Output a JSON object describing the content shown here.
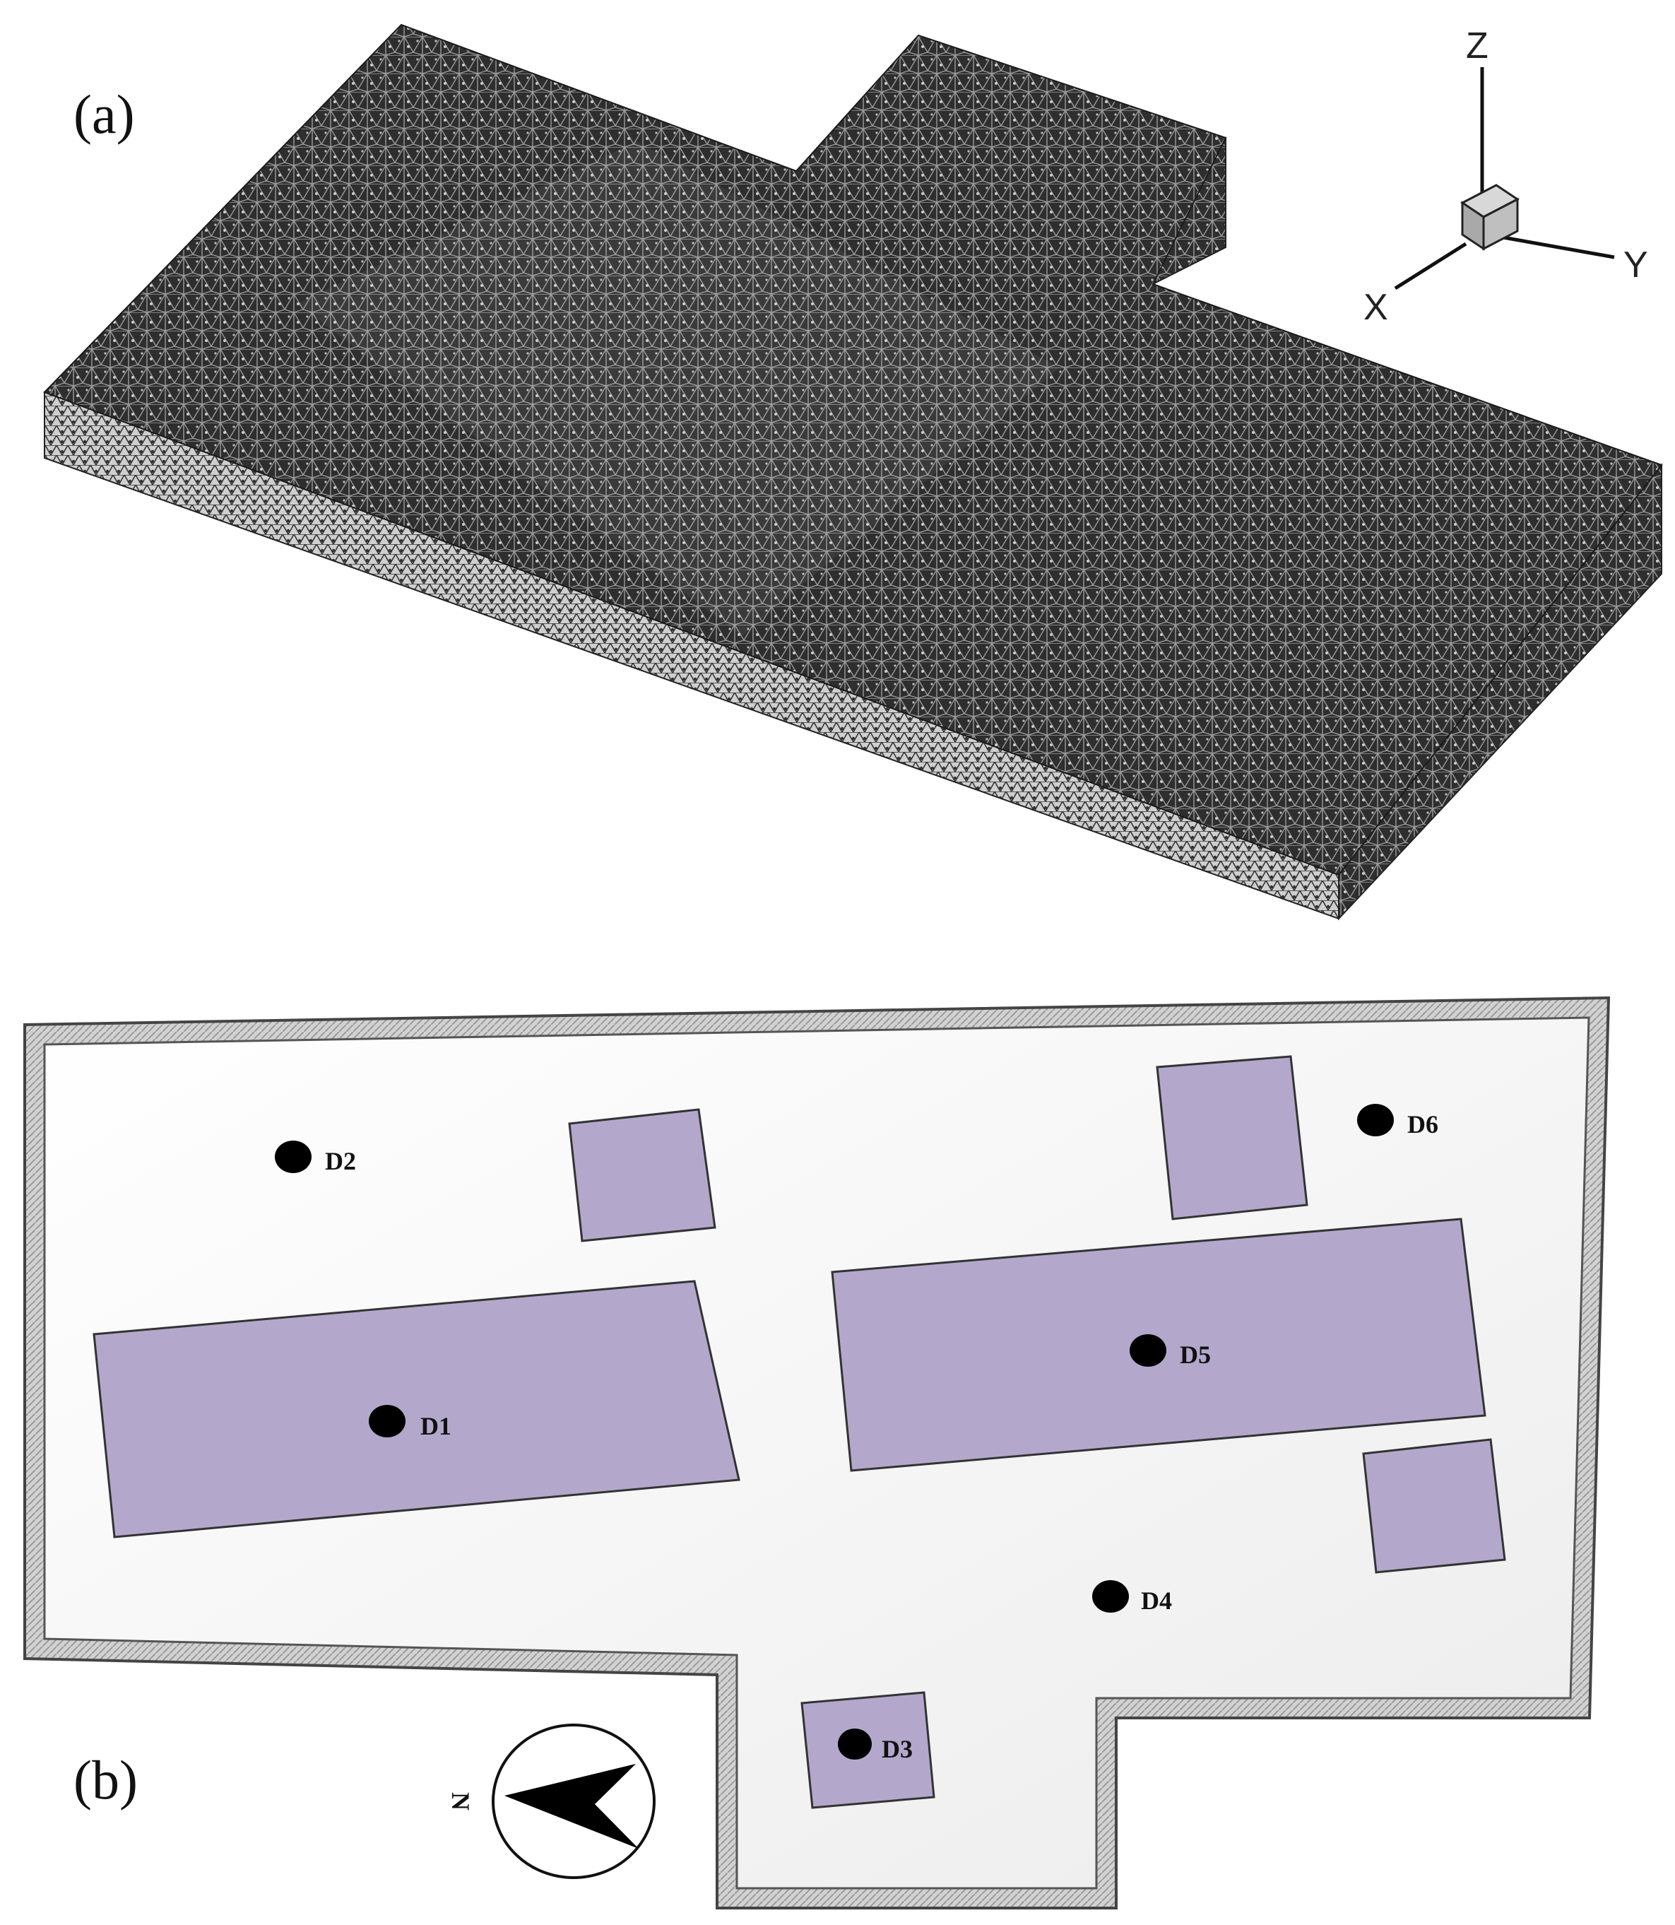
{
  "panel_a": {
    "label": "(a)",
    "axes": {
      "z": "Z",
      "y": "Y",
      "x": "X"
    }
  },
  "panel_b": {
    "label": "(b)",
    "compass": {
      "letter": "N"
    },
    "detectors": [
      {
        "id": "d1",
        "label": "D1"
      },
      {
        "id": "d2",
        "label": "D2"
      },
      {
        "id": "d3",
        "label": "D3"
      },
      {
        "id": "d4",
        "label": "D4"
      },
      {
        "id": "d5",
        "label": "D5"
      },
      {
        "id": "d6",
        "label": "D6"
      }
    ]
  },
  "colors": {
    "mesh_dark": "#2e2e2e",
    "mesh_light": "#bdbdbd",
    "floor": "#f3f3f3",
    "wall": "#cfcfcf",
    "obstacle": "#b3a8cc",
    "detector": "#000000"
  }
}
